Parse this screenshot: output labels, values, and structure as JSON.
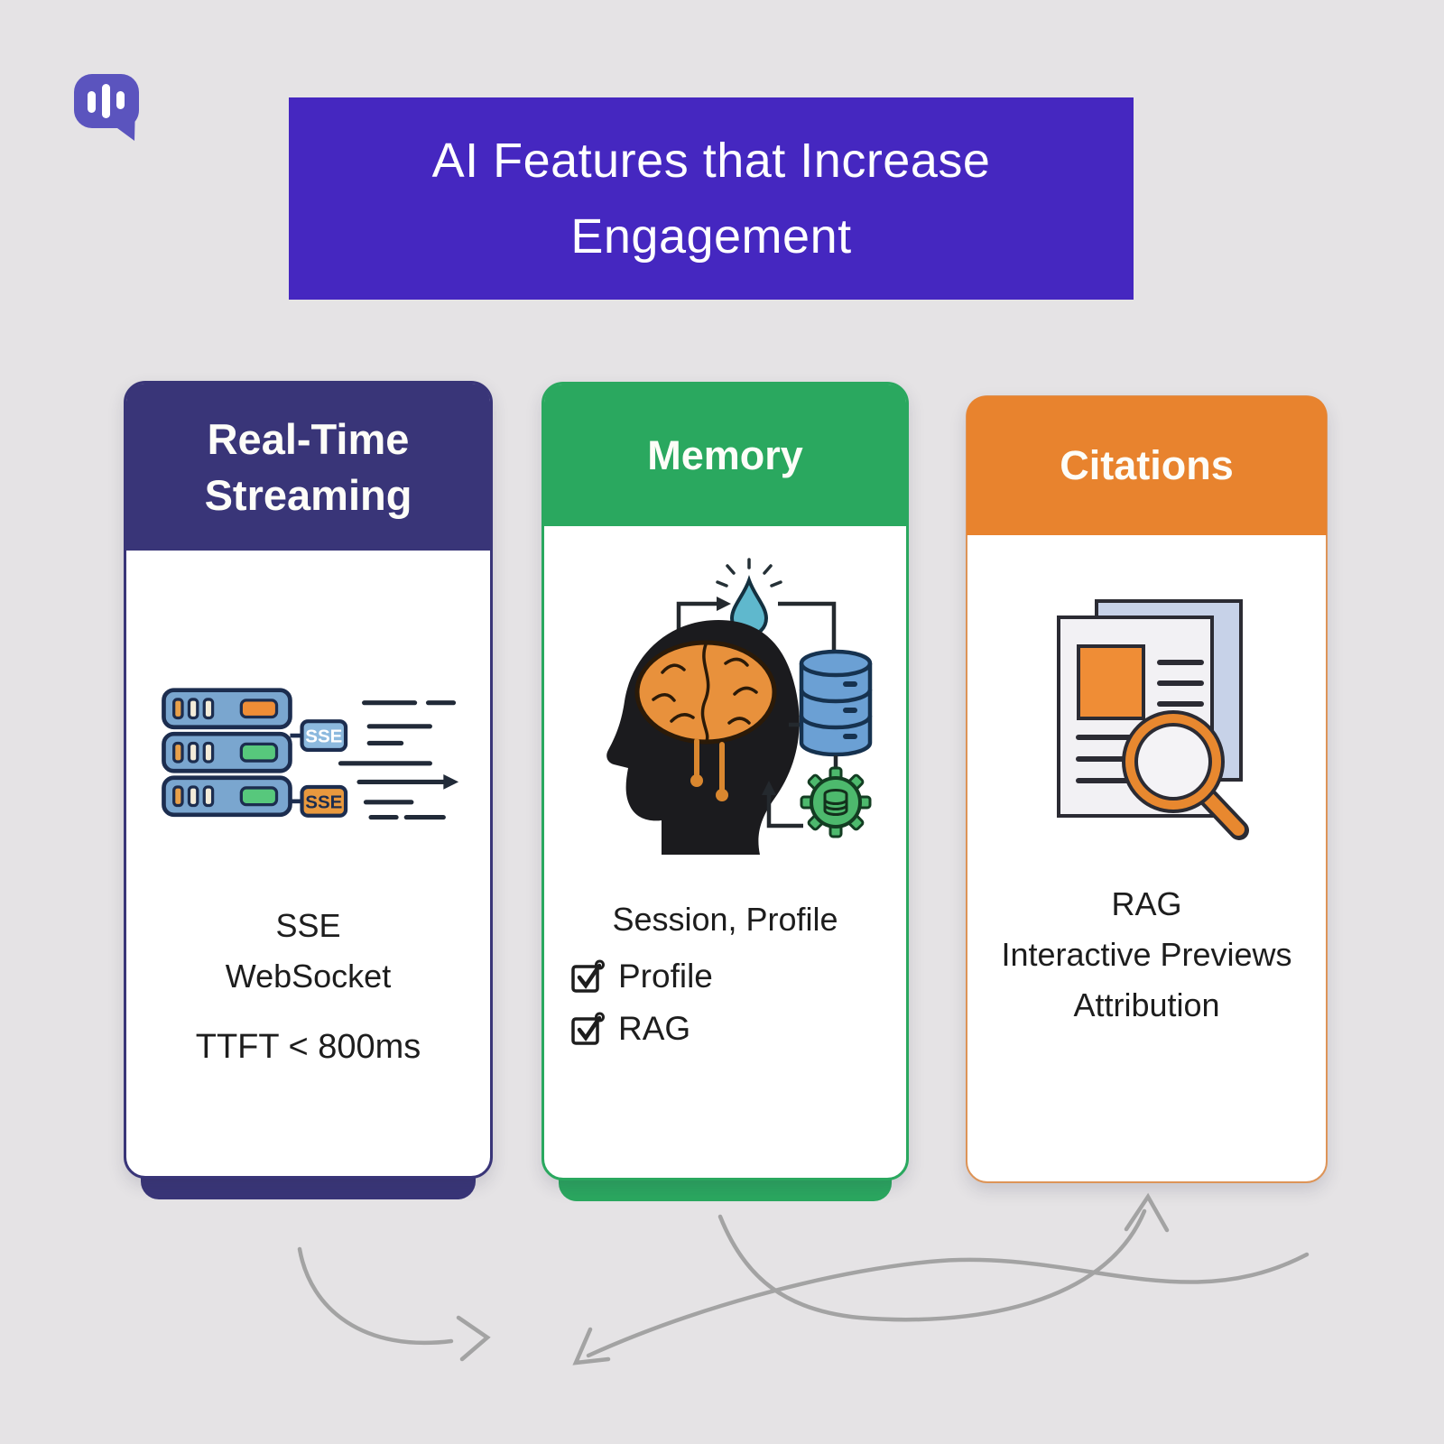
{
  "logo": {
    "icon_name": "chat-bubble-waveform-icon",
    "color": "#5b54be"
  },
  "banner": {
    "title": "AI Features that Increase Engagement",
    "background": "#4527c0",
    "text_color": "#ffffff"
  },
  "cards": {
    "streaming": {
      "title": "Real-Time Streaming",
      "accent": "#393578",
      "icon_name": "server-stack-streaming-icon",
      "chip1": "SSE",
      "chip2": "SSE",
      "line1": "SSE",
      "line2": "WebSocket",
      "metric": "TTFT < 800ms"
    },
    "memory": {
      "title": "Memory",
      "accent": "#2aa85f",
      "icon_name": "head-brain-database-gear-icon",
      "line1": "Session, Profile",
      "check1": "Profile",
      "check2": "RAG"
    },
    "citations": {
      "title": "Citations",
      "accent": "#e8832e",
      "icon_name": "document-magnifier-icon",
      "line1": "RAG",
      "line2": "Interactive Previews",
      "line3": "Attribution"
    }
  },
  "colors": {
    "background": "#e5e3e5",
    "banner_purple": "#4527c0",
    "streaming_header": "#393578",
    "memory_header": "#2aa85f",
    "citations_header": "#e8832e",
    "arrow_gray": "#a3a3a3",
    "server_blue": "#7aa6cf",
    "indicator_orange": "#ef8d36",
    "indicator_green": "#57c87c",
    "brain_orange": "#e8913c",
    "database_blue": "#6ba0d4",
    "gear_green": "#4db96d",
    "droplet_teal": "#5fb8cd"
  }
}
